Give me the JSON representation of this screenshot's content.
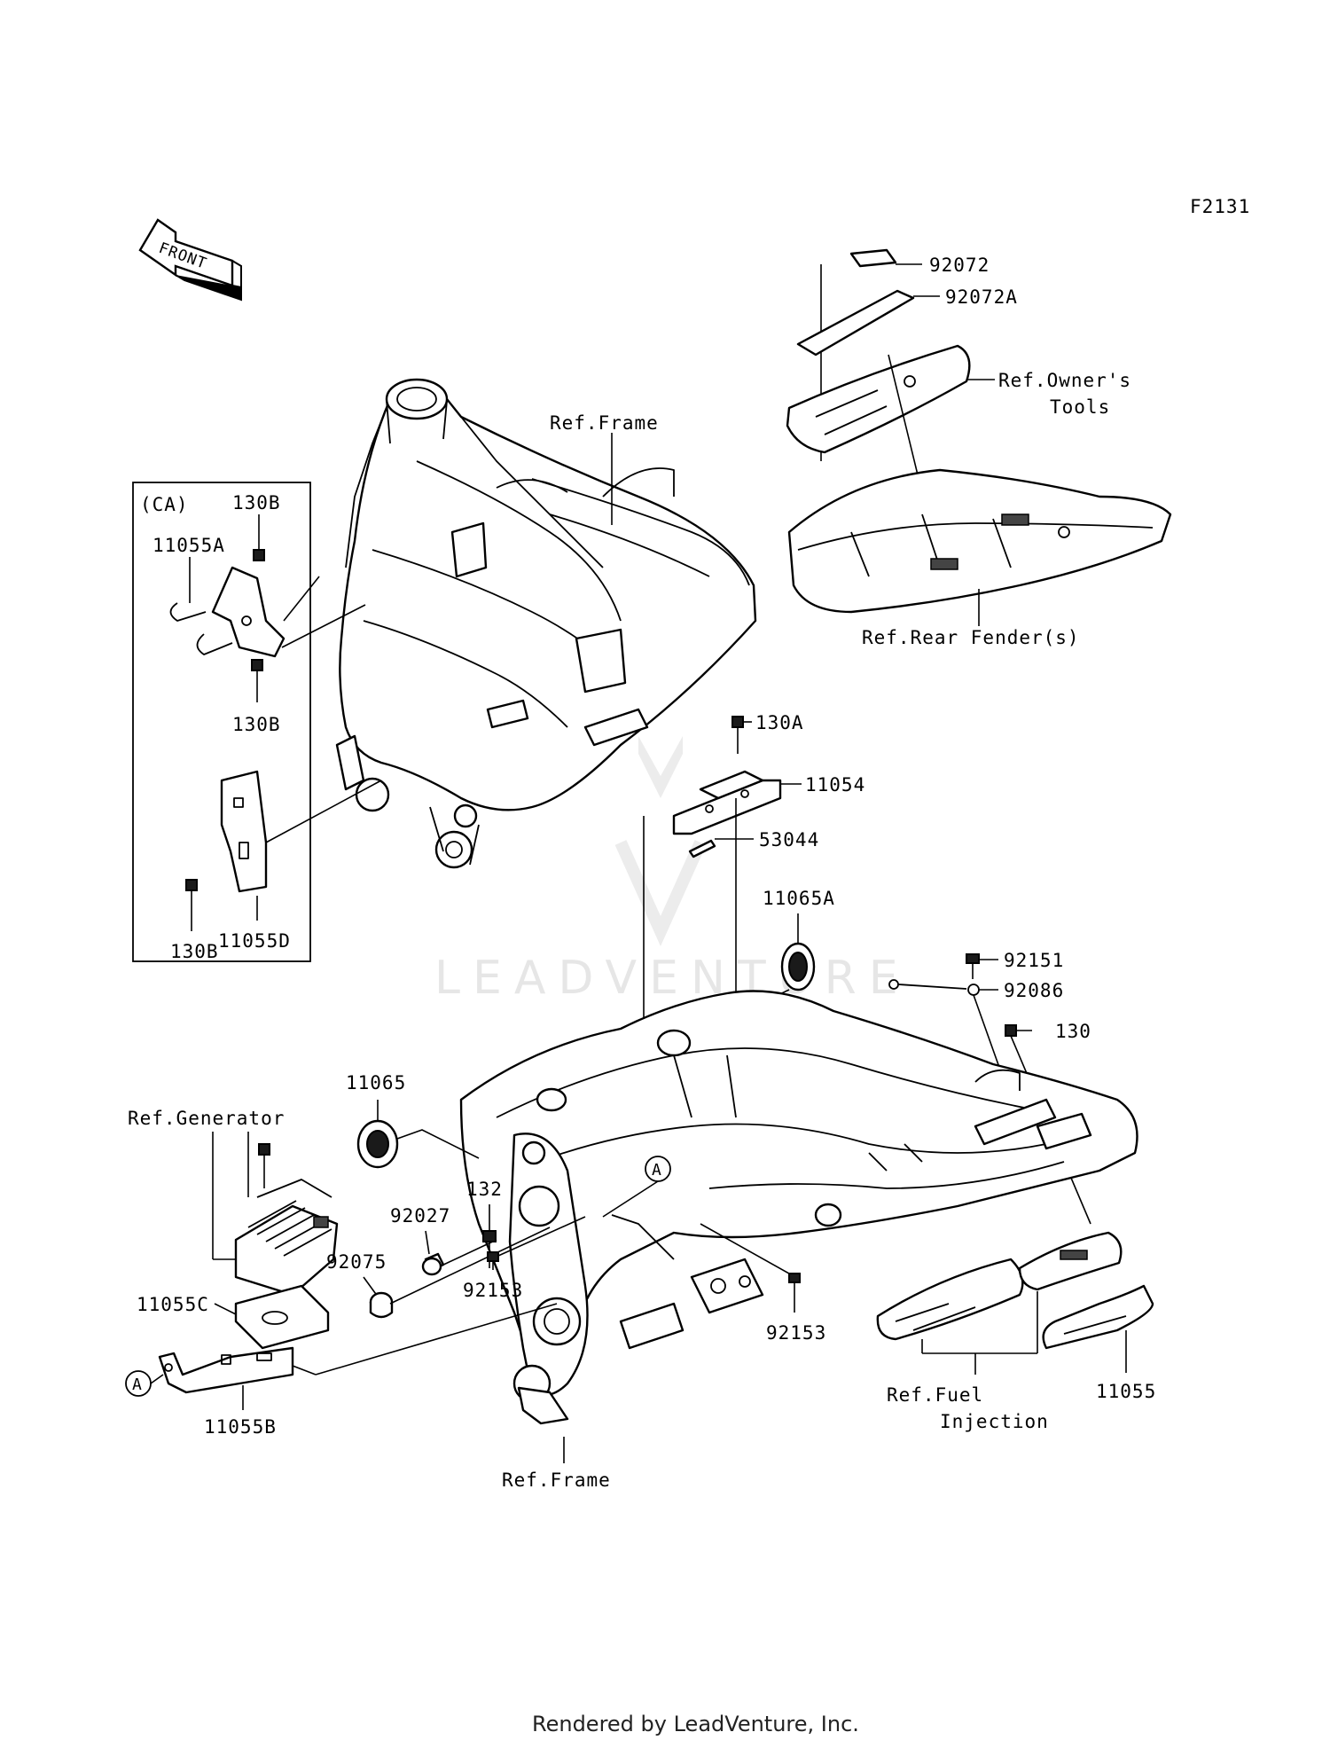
{
  "figure_code": "F2131",
  "front_arrow": "FRONT",
  "watermark": "LEADVENTURE",
  "ca_box_label": "(CA)",
  "footer": "Rendered by LeadVenture, Inc.",
  "callout_letter": "A",
  "labels": {
    "ref_frame_top": "Ref.Frame",
    "ref_frame_bottom": "Ref.Frame",
    "part_92072": "92072",
    "part_92072a": "92072A",
    "ref_owners_1": "Ref.Owner's",
    "ref_owners_2": "Tools",
    "ref_rear_fender": "Ref.Rear Fender(s)",
    "part_130b_a": "130B",
    "part_11055a": "11055A",
    "part_130b_b": "130B",
    "part_11055d": "11055D",
    "part_130b_c": "130B",
    "part_130a": "130A",
    "part_11054": "11054",
    "part_53044": "53044",
    "part_11065a": "11065A",
    "part_92151": "92151",
    "part_92086": "92086",
    "part_130": "130",
    "part_11065": "11065",
    "ref_generator": "Ref.Generator",
    "part_132": "132",
    "part_92027": "92027",
    "part_92075": "92075",
    "part_11055c": "11055C",
    "part_92153_a": "92153",
    "part_92153_b": "92153",
    "ref_fuel_1": "Ref.Fuel",
    "ref_fuel_2": "Injection",
    "part_11055": "11055",
    "part_11055b": "11055B"
  }
}
